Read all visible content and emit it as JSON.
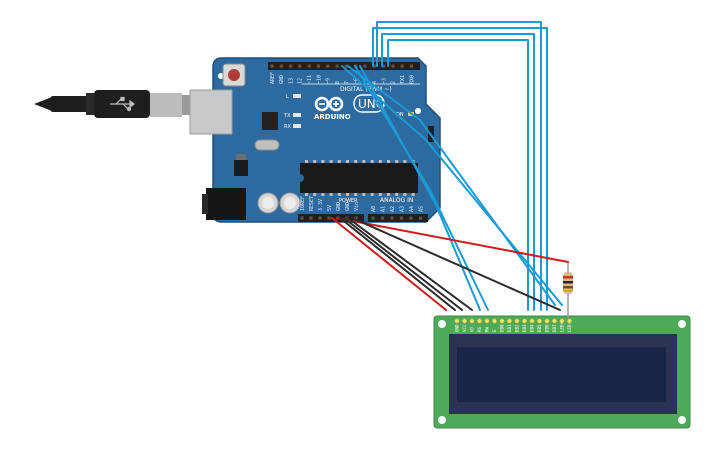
{
  "board": {
    "brand": "ARDUINO",
    "model": "UNO",
    "digital_label": "DIGITAL (PWM ~)",
    "analog_label": "ANALOG IN",
    "power_label": "POWER",
    "on_label": "ON",
    "l_label": "L",
    "tx_label": "TX",
    "rx_label": "RX",
    "digital_pins": [
      "AREF",
      "GND",
      "13",
      "12",
      "~11",
      "~10",
      "~9",
      "8",
      "7",
      "~6",
      "~5",
      "4",
      "~3",
      "2",
      "TX1",
      "RX0"
    ],
    "power_pins": [
      "IOREF",
      "RESET",
      "3.3V",
      "5V",
      "GND",
      "GND",
      "Vin"
    ],
    "analog_pins": [
      "A0",
      "A1",
      "A2",
      "A3",
      "A4",
      "A5"
    ],
    "colors": {
      "pcb": "#2c6aa0",
      "pcb_edge": "#1f4f7a",
      "header": "#202020",
      "chip": "#1a1a1a",
      "led_on": "#f5d33f"
    }
  },
  "lcd": {
    "pins": [
      "GND",
      "VCC",
      "VO",
      "RS",
      "RW",
      "E",
      "DB0",
      "DB1",
      "DB2",
      "DB3",
      "DB4",
      "DB5",
      "DB6",
      "DB7",
      "LED+",
      "LED-"
    ],
    "colors": {
      "pcb": "#4caa58",
      "bezel": "#2a3350",
      "screen": "#1a2647"
    }
  },
  "wires": {
    "colors": {
      "signal": "#1a9ad6",
      "power": "#d11a1a",
      "ground": "#2a2a2a"
    }
  },
  "usb": {
    "colors": {
      "cable": "#1e1e1e",
      "plug": "#cfcfcf"
    }
  },
  "resistor": {
    "colors": {
      "body": "#d9b98a",
      "band1": "#c0392b",
      "band2": "#2b2b2b",
      "band3": "#7a4a1a"
    }
  }
}
